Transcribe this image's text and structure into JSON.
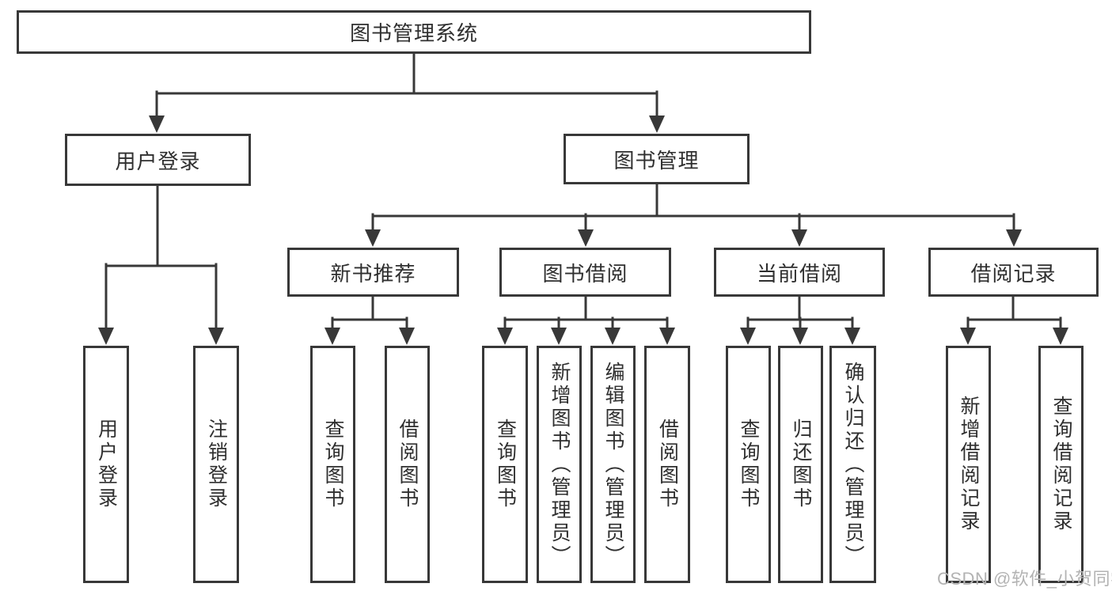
{
  "colors": {
    "line": "#383838",
    "text": "#2f2f2f",
    "watermark": "#b3b3b3",
    "background": "#ffffff"
  },
  "diagram": {
    "root": {
      "label": "图书管理系统",
      "children": [
        {
          "label": "用户登录",
          "children": [
            {
              "label": "用户登录"
            },
            {
              "label": "注销登录"
            }
          ]
        },
        {
          "label": "图书管理",
          "children": [
            {
              "label": "新书推荐",
              "children": [
                {
                  "label": "查询图书"
                },
                {
                  "label": "借阅图书"
                }
              ]
            },
            {
              "label": "图书借阅",
              "children": [
                {
                  "label": "查询图书"
                },
                {
                  "label": "新增图书（管理员）"
                },
                {
                  "label": "编辑图书（管理员）"
                },
                {
                  "label": "借阅图书"
                }
              ]
            },
            {
              "label": "当前借阅",
              "children": [
                {
                  "label": "查询图书"
                },
                {
                  "label": "归还图书"
                },
                {
                  "label": "确认归还（管理员）"
                }
              ]
            },
            {
              "label": "借阅记录",
              "children": [
                {
                  "label": "新增借阅记录"
                },
                {
                  "label": "查询借阅记录"
                }
              ]
            }
          ]
        }
      ]
    }
  },
  "watermark": {
    "text": "CSDN @软件_小贺同学"
  }
}
